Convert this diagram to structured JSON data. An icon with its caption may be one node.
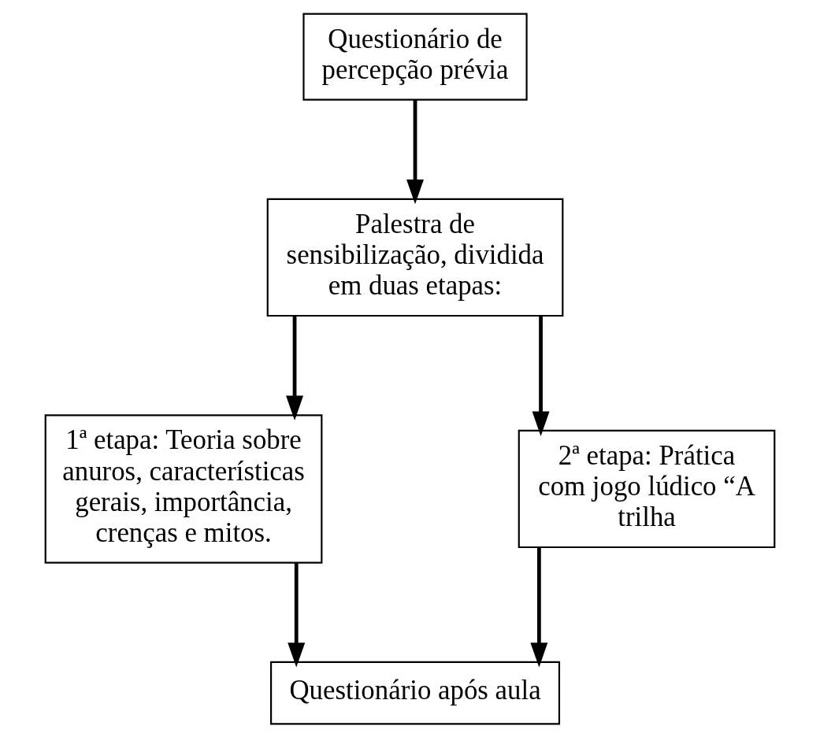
{
  "diagram": {
    "nodes": [
      {
        "text": [
          "Questionário de percepção prévia"
        ]
      },
      {
        "text": [
          "Palestra de sensibilização, dividida em duas etapas:"
        ]
      },
      {
        "text": [
          "1ª etapa: Teoria sobre anuros, características gerais, importância, crenças e mitos."
        ]
      },
      {
        "text": [
          "2ª etapa: Prática com jogo lúdico “A trilha"
        ]
      },
      {
        "text": [
          "Questionário após aula"
        ]
      }
    ],
    "edges": [
      {
        "from": 0,
        "to": 1,
        "arrow": "to"
      },
      {
        "from": 1,
        "to": 2,
        "arrow": "to"
      },
      {
        "from": 1,
        "to": 3,
        "arrow": "to"
      },
      {
        "from": 2,
        "to": 4,
        "arrow": "to"
      },
      {
        "from": 3,
        "to": 4,
        "arrow": "to"
      }
    ]
  }
}
